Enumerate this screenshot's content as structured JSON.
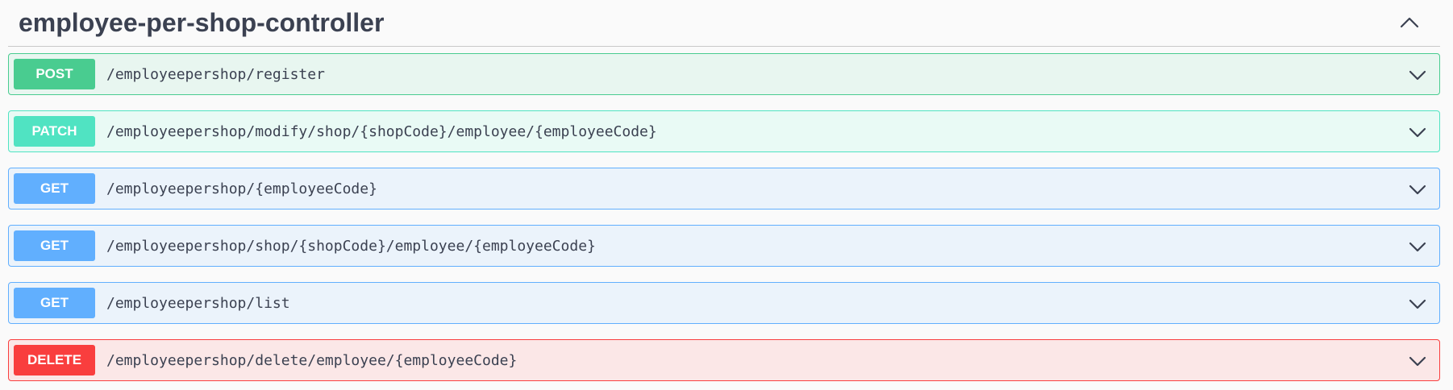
{
  "tag": {
    "title": "employee-per-shop-controller",
    "expanded": true,
    "collapse_icon": "chevron-up-icon"
  },
  "colors": {
    "post": {
      "badge": "#49cc90",
      "border": "#49cc90",
      "bg": "#e8f6f0"
    },
    "patch": {
      "badge": "#50e3c2",
      "border": "#50e3c2",
      "bg": "#e9faf5"
    },
    "get": {
      "badge": "#61affe",
      "border": "#61affe",
      "bg": "#ebf3fb"
    },
    "delete": {
      "badge": "#f93e3e",
      "border": "#f93e3e",
      "bg": "#fbe7e7"
    }
  },
  "operations": [
    {
      "method": "POST",
      "kind": "post",
      "path": "/employeepershop/register",
      "expand_icon": "chevron-down-icon"
    },
    {
      "method": "PATCH",
      "kind": "patch",
      "path": "/employeepershop/modify/shop/{shopCode}/employee/{employeeCode}",
      "expand_icon": "chevron-down-icon"
    },
    {
      "method": "GET",
      "kind": "get",
      "path": "/employeepershop/{employeeCode}",
      "expand_icon": "chevron-down-icon"
    },
    {
      "method": "GET",
      "kind": "get",
      "path": "/employeepershop/shop/{shopCode}/employee/{employeeCode}",
      "expand_icon": "chevron-down-icon"
    },
    {
      "method": "GET",
      "kind": "get",
      "path": "/employeepershop/list",
      "expand_icon": "chevron-down-icon"
    },
    {
      "method": "DELETE",
      "kind": "delete",
      "path": "/employeepershop/delete/employee/{employeeCode}",
      "expand_icon": "chevron-down-icon"
    }
  ]
}
